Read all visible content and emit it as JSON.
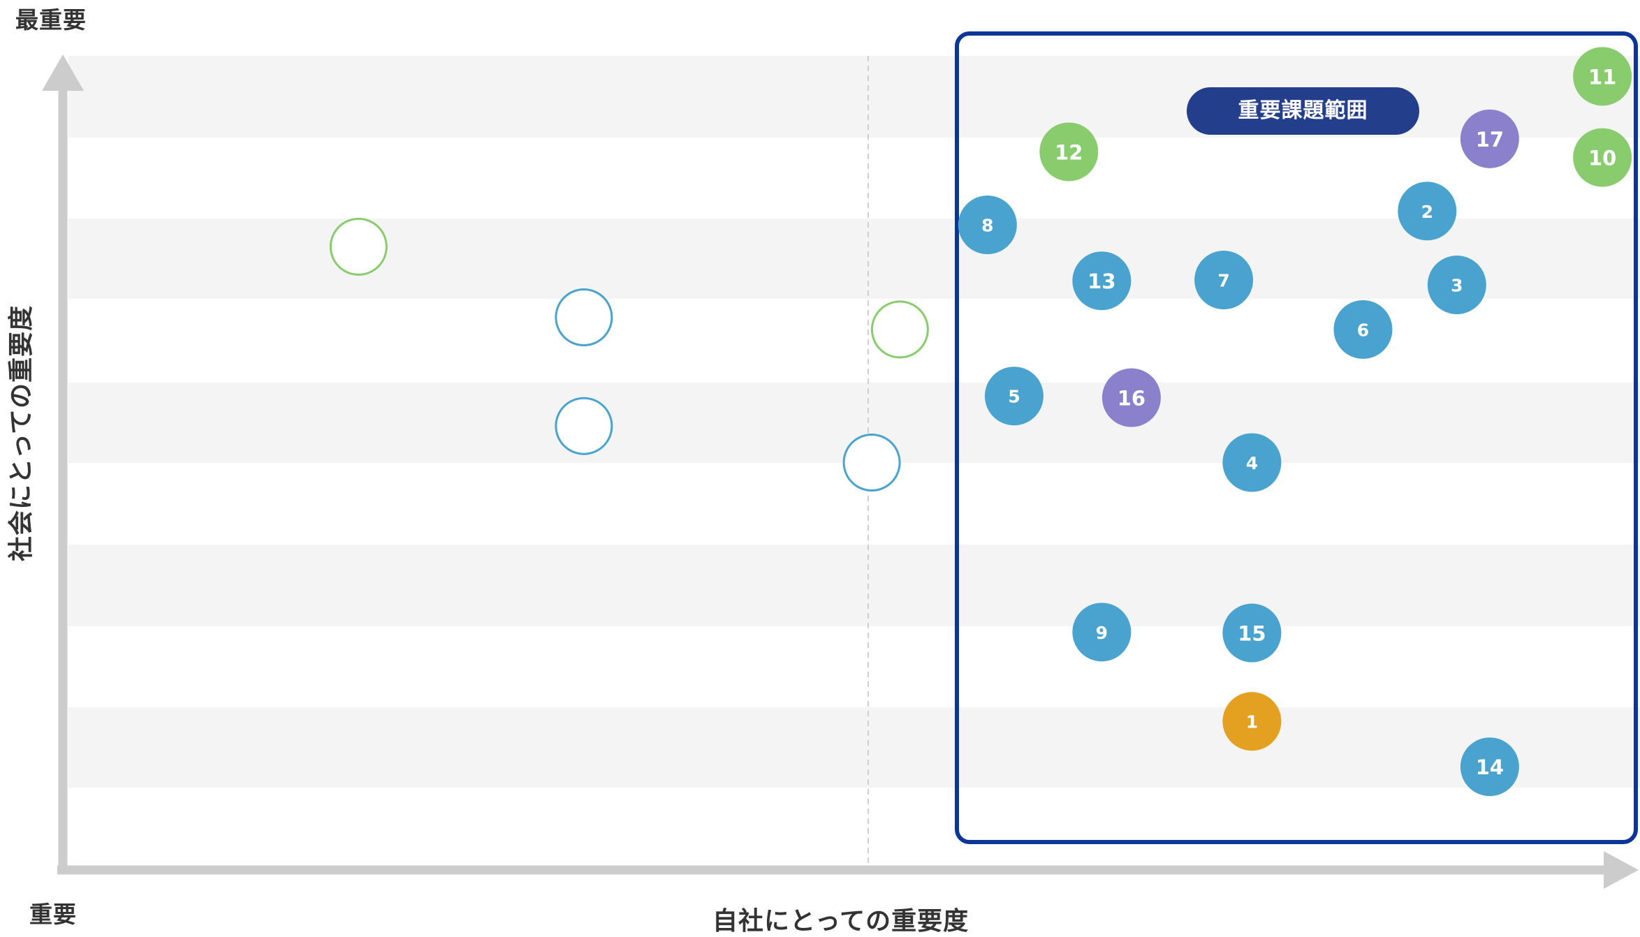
{
  "chart_data": {
    "type": "scatter",
    "xlabel": "自社にとっての重要度",
    "ylabel": "社会にとっての重要度",
    "top_label": "最重要",
    "bottom_left_label": "重要",
    "region_label": "重要課題範囲",
    "xlim": [
      0,
      100
    ],
    "ylim": [
      0,
      100
    ],
    "grid": "horizontal bands",
    "colors": {
      "blue": "#4aa3cf",
      "green": "#88cc6e",
      "purple": "#8a80cb",
      "orange": "#e3a021",
      "region_border": "#0b3596",
      "region_label_bg": "#233e8b",
      "axis": "#cccccc",
      "band": "#f4f4f4"
    },
    "points": [
      {
        "label": "1",
        "x": 76,
        "y": 17.8,
        "color": "orange"
      },
      {
        "label": "2",
        "x": 87.2,
        "y": 80.7,
        "color": "blue"
      },
      {
        "label": "3",
        "x": 89.1,
        "y": 71.6,
        "color": "blue"
      },
      {
        "label": "4",
        "x": 76,
        "y": 49.7,
        "color": "blue"
      },
      {
        "label": "5",
        "x": 60.8,
        "y": 57.9,
        "color": "blue"
      },
      {
        "label": "6",
        "x": 83.1,
        "y": 66.1,
        "color": "blue"
      },
      {
        "label": "7",
        "x": 74.2,
        "y": 72.2,
        "color": "blue"
      },
      {
        "label": "8",
        "x": 59.1,
        "y": 79.0,
        "color": "blue"
      },
      {
        "label": "9",
        "x": 66.4,
        "y": 28.8,
        "color": "blue"
      },
      {
        "label": "10",
        "x": 98.4,
        "y": 87.3,
        "color": "green"
      },
      {
        "label": "11",
        "x": 98.4,
        "y": 97.3,
        "color": "green"
      },
      {
        "label": "12",
        "x": 64.3,
        "y": 88.0,
        "color": "green"
      },
      {
        "label": "13",
        "x": 66.4,
        "y": 72.1,
        "color": "blue"
      },
      {
        "label": "14",
        "x": 91.2,
        "y": 12.2,
        "color": "blue"
      },
      {
        "label": "15",
        "x": 76,
        "y": 28.7,
        "color": "blue"
      },
      {
        "label": "16",
        "x": 68.3,
        "y": 57.7,
        "color": "purple"
      },
      {
        "label": "17",
        "x": 91.2,
        "y": 89.6,
        "color": "purple"
      }
    ],
    "hollow_points": [
      {
        "x": 18.9,
        "y": 76.3,
        "color": "green"
      },
      {
        "x": 33.3,
        "y": 67.6,
        "color": "blue"
      },
      {
        "x": 33.3,
        "y": 54.2,
        "color": "blue"
      },
      {
        "x": 51.7,
        "y": 49.7,
        "color": "blue"
      },
      {
        "x": 53.5,
        "y": 66.1,
        "color": "green"
      }
    ]
  }
}
